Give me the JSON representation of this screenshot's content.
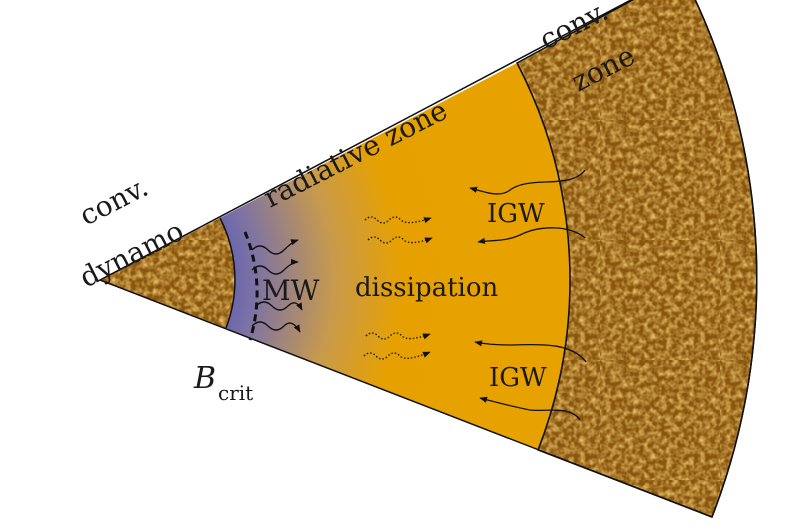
{
  "labels": {
    "conv_core_line1": "conv.",
    "conv_core_line2": "dynamo",
    "radiative_zone": "radiative zone",
    "conv_env_line1": "conv.",
    "conv_env_line2": "zone",
    "mw": "MW",
    "dissipation": "dissipation",
    "igw_upper": "IGW",
    "igw_lower": "IGW",
    "b_crit": "B",
    "b_crit_sub": "crit"
  },
  "colors": {
    "core_granule_base": "#b8791b",
    "magnetic_region": "#6a65a8",
    "radiative_zone": "#e6a100",
    "envelope_granule_base": "#b97818",
    "outline": "#111111"
  }
}
